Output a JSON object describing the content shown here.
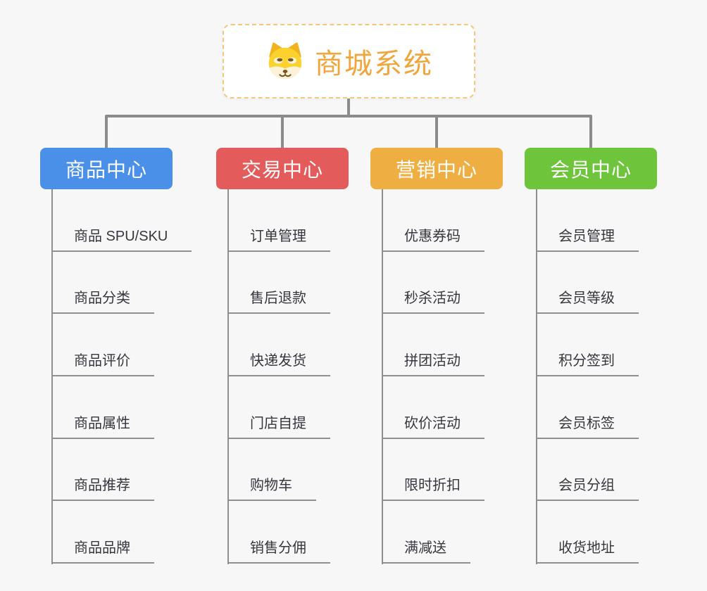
{
  "root": {
    "title": "商城系统",
    "icon": "shiba-dog-icon"
  },
  "branches": [
    {
      "label": "商品中心",
      "color": "#4B90E8",
      "slug": "product-center",
      "children": [
        "商品 SPU/SKU",
        "商品分类",
        "商品评价",
        "商品属性",
        "商品推荐",
        "商品品牌"
      ]
    },
    {
      "label": "交易中心",
      "color": "#E45B5B",
      "slug": "trade-center",
      "children": [
        "订单管理",
        "售后退款",
        "快递发货",
        "门店自提",
        "购物车",
        "销售分佣"
      ]
    },
    {
      "label": "营销中心",
      "color": "#EFAE41",
      "slug": "marketing-center",
      "children": [
        "优惠券码",
        "秒杀活动",
        "拼团活动",
        "砍价活动",
        "限时折扣",
        "满减送"
      ]
    },
    {
      "label": "会员中心",
      "color": "#6EC53C",
      "slug": "member-center",
      "children": [
        "会员管理",
        "会员等级",
        "积分签到",
        "会员标签",
        "会员分组",
        "收货地址"
      ]
    }
  ],
  "colors": {
    "background": "#F7F7F8",
    "connector": "#8B8B8B",
    "leaf_line": "#8F8F8F",
    "leaf_text": "#36363D",
    "root_border": "#F3C77C",
    "root_title": "#F0A63C"
  }
}
